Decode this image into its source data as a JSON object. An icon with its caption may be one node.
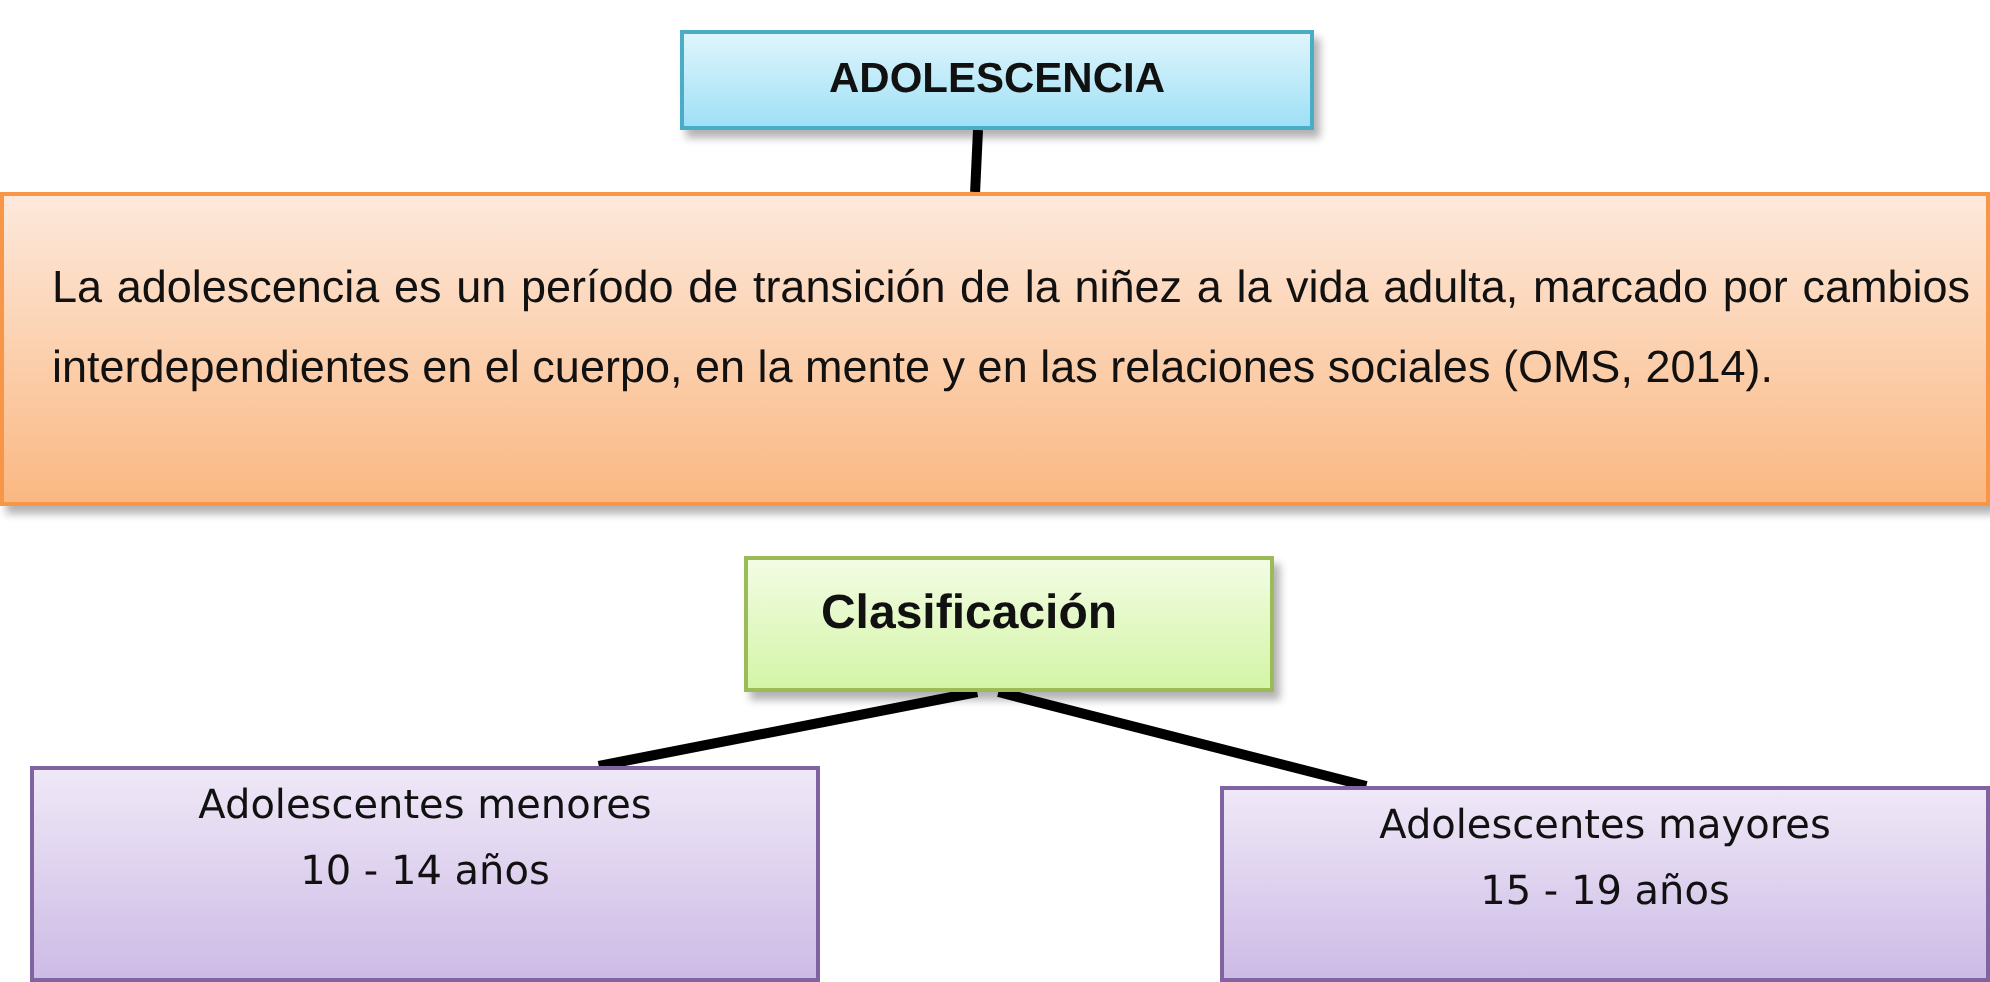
{
  "diagram": {
    "nodes": [
      {
        "text": [
          "ADOLESCENCIA"
        ]
      },
      {
        "text": [
          "La adolescencia es un período de transición de la niñez a la vida adulta, marcado por cambios interdependientes en el cuerpo, en la mente y en las relaciones sociales (OMS, 2014)."
        ]
      },
      {
        "text": [
          "Clasificación"
        ]
      },
      {
        "text": [
          "Adolescentes menores",
          "10 - 14 años"
        ]
      },
      {
        "text": [
          "Adolescentes mayores",
          "15 - 19 años"
        ]
      }
    ],
    "edges": [
      {
        "from": 0,
        "to": 1,
        "arrow": "none"
      },
      {
        "from": 2,
        "to": 3,
        "arrow": "none"
      },
      {
        "from": 2,
        "to": 4,
        "arrow": "none"
      }
    ]
  }
}
